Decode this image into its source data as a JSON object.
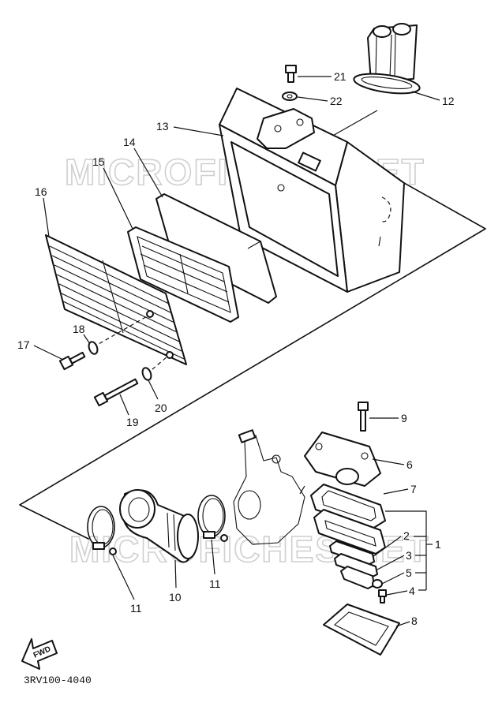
{
  "watermark": "MICROFICHES.NET",
  "drawing_number": "3RV100-4040",
  "fwd_label": "FWD",
  "callouts": {
    "p1": "1",
    "p2": "2",
    "p3": "3",
    "p4": "4",
    "p5": "5",
    "p6": "6",
    "p7": "7",
    "p8": "8",
    "p9": "9",
    "p10": "10",
    "p11": "11",
    "p12": "12",
    "p13": "13",
    "p14": "14",
    "p15": "15",
    "p16": "16",
    "p17": "17",
    "p18": "18",
    "p19": "19",
    "p20": "20",
    "p21": "21",
    "p22": "22"
  }
}
